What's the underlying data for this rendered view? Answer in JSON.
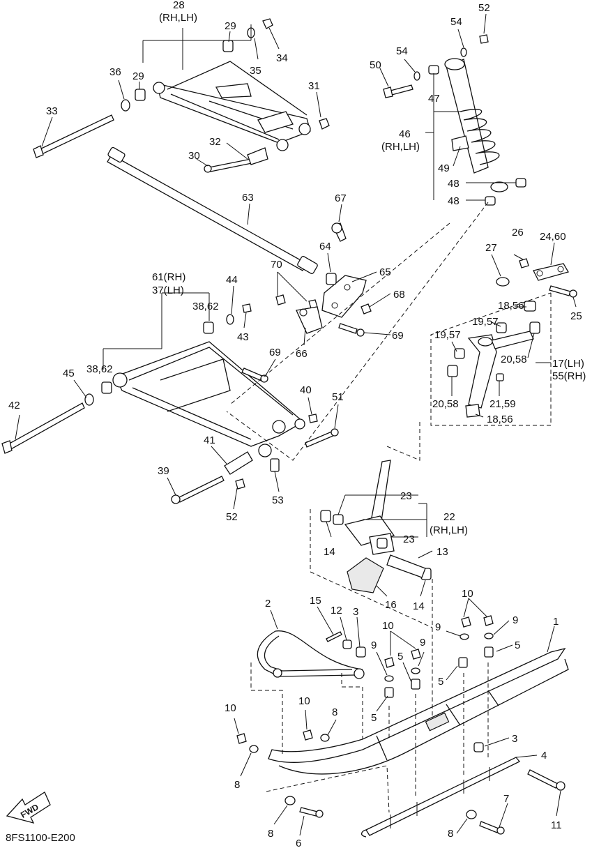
{
  "diagram_code": "8FS1100-E200",
  "fwd_label": "FWD",
  "callouts": {
    "c1": "1",
    "c2": "2",
    "c3a": "3",
    "c3b": "3",
    "c4": "4",
    "c5a": "5",
    "c5b": "5",
    "c5c": "5",
    "c5d": "5",
    "c6": "6",
    "c7": "7",
    "c8a": "8",
    "c8b": "8",
    "c8c": "8",
    "c8d": "8",
    "c9a": "9",
    "c9b": "9",
    "c9c": "9",
    "c9d": "9",
    "c10a": "10",
    "c10b": "10",
    "c10c": "10",
    "c10d": "10",
    "c11": "11",
    "c12": "12",
    "c13": "13",
    "c14a": "14",
    "c14b": "14",
    "c15": "15",
    "c16": "16",
    "c17": "17(LH)",
    "c55": "55(RH)",
    "c1856a": "18,56",
    "c1856b": "18,56",
    "c1957a": "19,57",
    "c1957b": "19,57",
    "c2058a": "20,58",
    "c2058b": "20,58",
    "c2159": "21,59",
    "c22": "22",
    "c22rl": "(RH,LH)",
    "c23a": "23",
    "c23b": "23",
    "c2460": "24,60",
    "c25": "25",
    "c26": "26",
    "c27": "27",
    "c28": "28",
    "c28rl": "(RH,LH)",
    "c29a": "29",
    "c29b": "29",
    "c30": "30",
    "c31": "31",
    "c32": "32",
    "c33": "33",
    "c34": "34",
    "c35": "35",
    "c36": "36",
    "c3862a": "38,62",
    "c3862b": "38,62",
    "c39": "39",
    "c40": "40",
    "c41": "41",
    "c42": "42",
    "c43": "43",
    "c44": "44",
    "c45": "45",
    "c46": "46",
    "c46rl": "(RH,LH)",
    "c47": "47",
    "c48a": "48",
    "c48b": "48",
    "c49": "49",
    "c50": "50",
    "c51": "51",
    "c52a": "52",
    "c52b": "52",
    "c53": "53",
    "c54a": "54",
    "c54b": "54",
    "c61": "61(RH)",
    "c37": "37(LH)",
    "c63": "63",
    "c64": "64",
    "c65": "65",
    "c66": "66",
    "c67": "67",
    "c68": "68",
    "c69a": "69",
    "c69b": "69",
    "c70": "70"
  }
}
